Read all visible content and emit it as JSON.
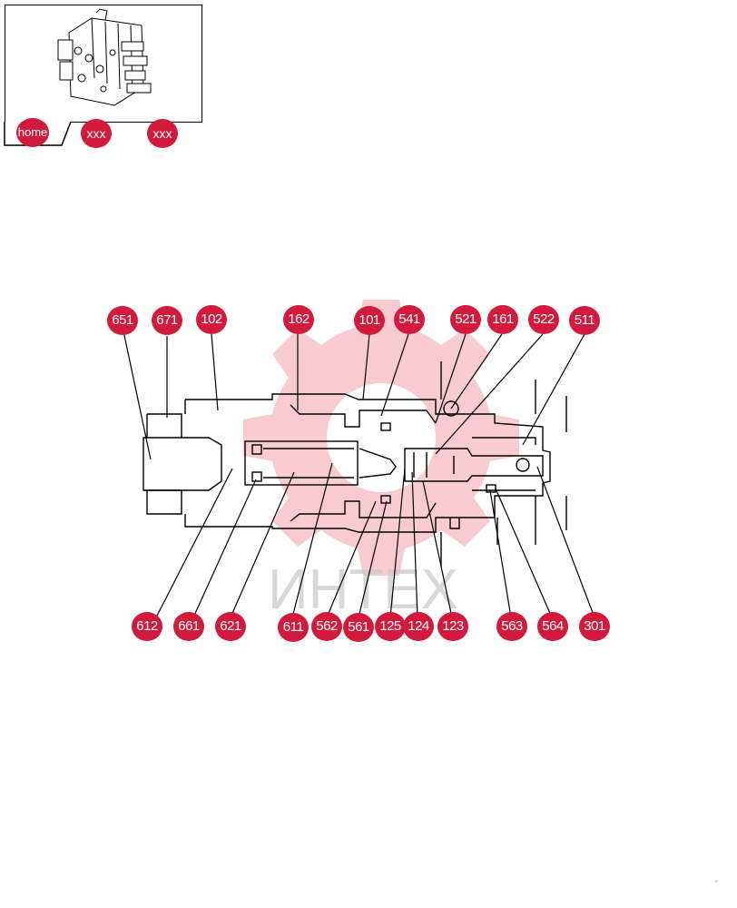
{
  "nav": {
    "home_label": "home",
    "tab1_label": "xxx",
    "tab2_label": "xxx"
  },
  "watermark": {
    "text": "ИНТЕХ",
    "color": "#e8495e"
  },
  "accent_color": "#d21b3c",
  "callouts_top": [
    {
      "id": "651"
    },
    {
      "id": "671"
    },
    {
      "id": "102"
    },
    {
      "id": "162"
    },
    {
      "id": "101"
    },
    {
      "id": "541"
    },
    {
      "id": "521"
    },
    {
      "id": "161"
    },
    {
      "id": "522"
    },
    {
      "id": "511"
    }
  ],
  "callouts_bottom": [
    {
      "id": "612"
    },
    {
      "id": "661"
    },
    {
      "id": "621"
    },
    {
      "id": "611"
    },
    {
      "id": "562"
    },
    {
      "id": "561"
    },
    {
      "id": "125"
    },
    {
      "id": "124"
    },
    {
      "id": "123"
    },
    {
      "id": "563"
    },
    {
      "id": "564"
    },
    {
      "id": "301"
    }
  ]
}
